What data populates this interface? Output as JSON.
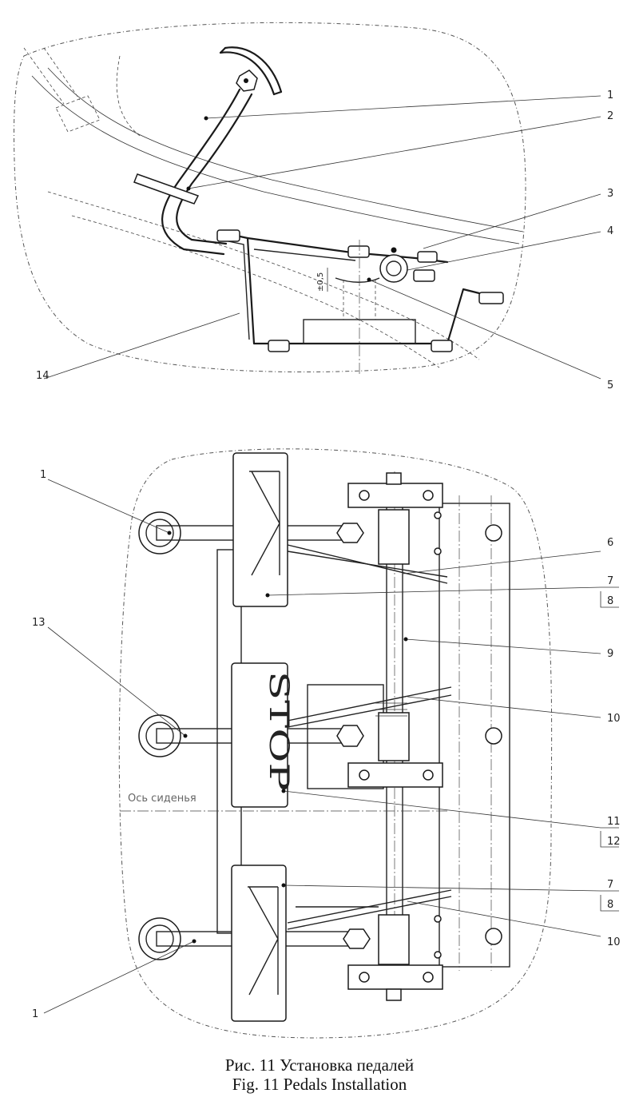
{
  "callouts_top": [
    "1",
    "2",
    "3",
    "4",
    "5",
    "14"
  ],
  "callouts_bottom": [
    "1",
    "13",
    "6",
    "7",
    "8",
    "9",
    "10",
    "11",
    "12",
    "7",
    "8",
    "10",
    "1"
  ],
  "dimension_text": "±0,5",
  "pedal_stop_text": "STOP",
  "seat_axis_label": "Ось сиденья",
  "caption": {
    "ru": "Рис. 11 Установка педалей",
    "en": "Fig. 11 Pedals Installation"
  }
}
